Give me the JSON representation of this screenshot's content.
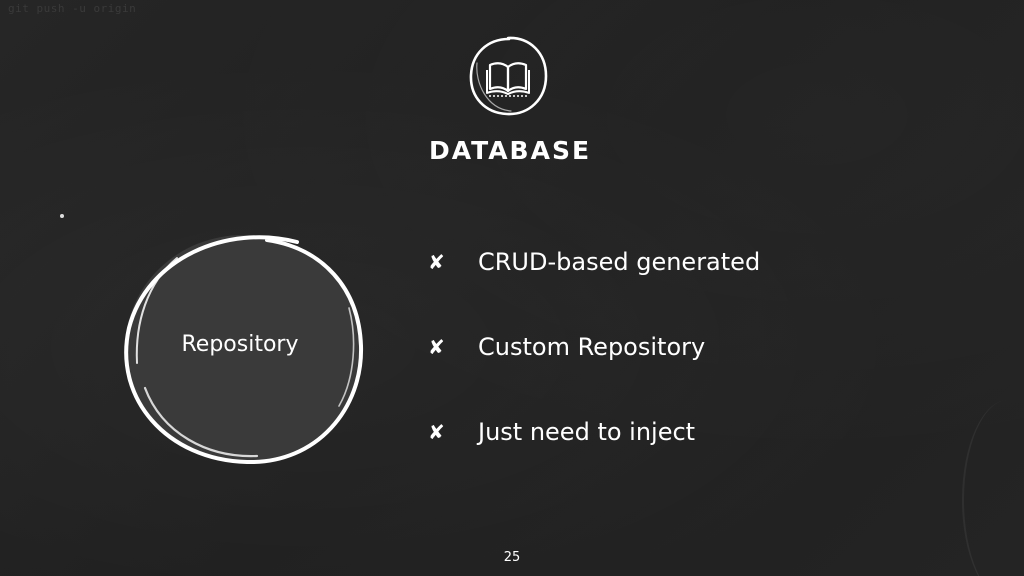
{
  "slide": {
    "ghost_text": "git push -u origin",
    "title": "DATABASE",
    "icon": "open-book-icon",
    "circle_label": "Repository",
    "cross_glyph": "✘",
    "features": [
      "CRUD-based generated",
      "Custom Repository",
      "Just need to inject"
    ],
    "page_number": "25"
  },
  "colors": {
    "background": "#222222",
    "chalk": "#ffffff",
    "circle_fill": "#3a3a3a"
  }
}
